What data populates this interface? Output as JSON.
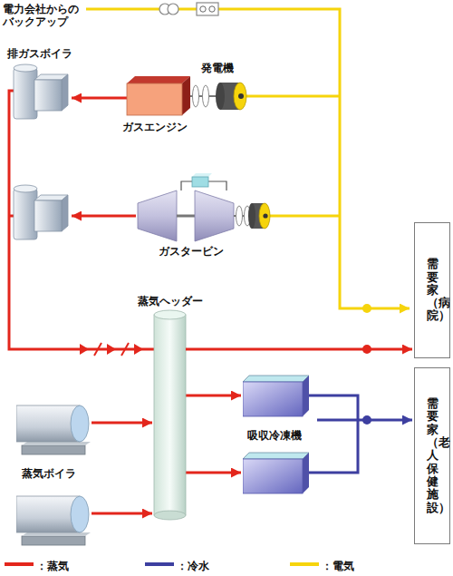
{
  "diagram": {
    "nodes": [
      {
        "text": [
          "需要家（病院）"
        ]
      },
      {
        "text": [
          "蒸気ヘッダー"
        ]
      },
      {
        "text": [
          "需要家（老人保健施設）"
        ]
      },
      {
        "text": [
          "吸収冷凍機"
        ]
      }
    ],
    "edges": [
      {
        "from": 1,
        "to": 0,
        "arrow": "to"
      },
      {
        "from": 3,
        "to": 2,
        "arrow": "to"
      }
    ],
    "labels": [
      "電力会社からの バックアップ",
      "排ガスボイラ",
      "発電機",
      "ガスエンジン",
      "ガスタービン",
      "蒸気ボイラ"
    ],
    "legend": [
      {
        "text": "：蒸気",
        "color": "#e3261c"
      },
      {
        "text": "：冷水",
        "color": "#3d3fa0"
      },
      {
        "text": "：電気",
        "color": "#f6d40c"
      }
    ]
  }
}
